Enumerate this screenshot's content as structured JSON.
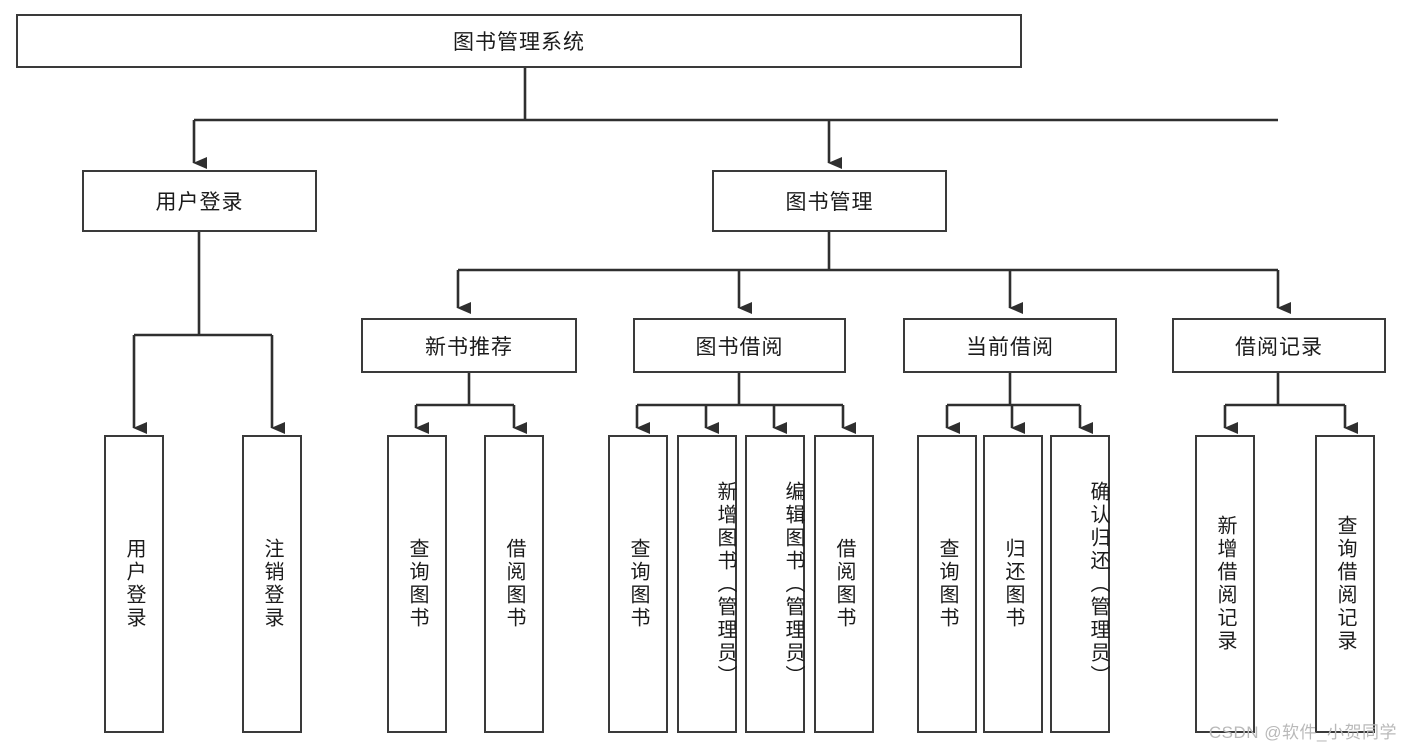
{
  "diagram": {
    "title": "图书管理系统",
    "type": "hierarchy-tree",
    "watermark": "CSDN @软件_小贺同学",
    "colors": {
      "box_border": "#3a3a3a",
      "box_fill": "#ffffff",
      "line": "#2f2f2f",
      "text": "#1b1b1b",
      "watermark": "#b9b9b9"
    },
    "root": {
      "label": "图书管理系统"
    },
    "level2": [
      {
        "label": "用户登录"
      },
      {
        "label": "图书管理"
      }
    ],
    "level3": [
      {
        "label": "新书推荐"
      },
      {
        "label": "图书借阅"
      },
      {
        "label": "当前借阅"
      },
      {
        "label": "借阅记录"
      }
    ],
    "leaves": {
      "user_login": [
        {
          "label": "用户登录"
        },
        {
          "label": "注销登录"
        }
      ],
      "new_book": [
        {
          "label": "查询图书"
        },
        {
          "label": "借阅图书"
        }
      ],
      "book_borrow": [
        {
          "label": "查询图书"
        },
        {
          "label": "新增图书（管理员）"
        },
        {
          "label": "编辑图书（管理员）"
        },
        {
          "label": "借阅图书"
        }
      ],
      "current_borrow": [
        {
          "label": "查询图书"
        },
        {
          "label": "归还图书"
        },
        {
          "label": "确认归还（管理员）"
        }
      ],
      "borrow_record": [
        {
          "label": "新增借阅记录"
        },
        {
          "label": "查询借阅记录"
        }
      ]
    }
  }
}
